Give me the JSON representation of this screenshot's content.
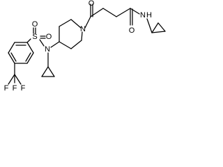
{
  "molecule": {
    "atoms": {
      "n_amide": "N",
      "h_amide": "H",
      "o_amide": "O",
      "o_ketone": "O",
      "n_piperidine": "N",
      "n_sulfonamide": "N",
      "s_sulfonyl": "S",
      "o_sulfonyl_left": "O",
      "o_sulfonyl_right": "O",
      "f_1": "F",
      "f_2": "F",
      "f_3": "F"
    },
    "colors": {
      "bond": "#000000",
      "label": "#000000",
      "background": "#ffffff"
    }
  }
}
